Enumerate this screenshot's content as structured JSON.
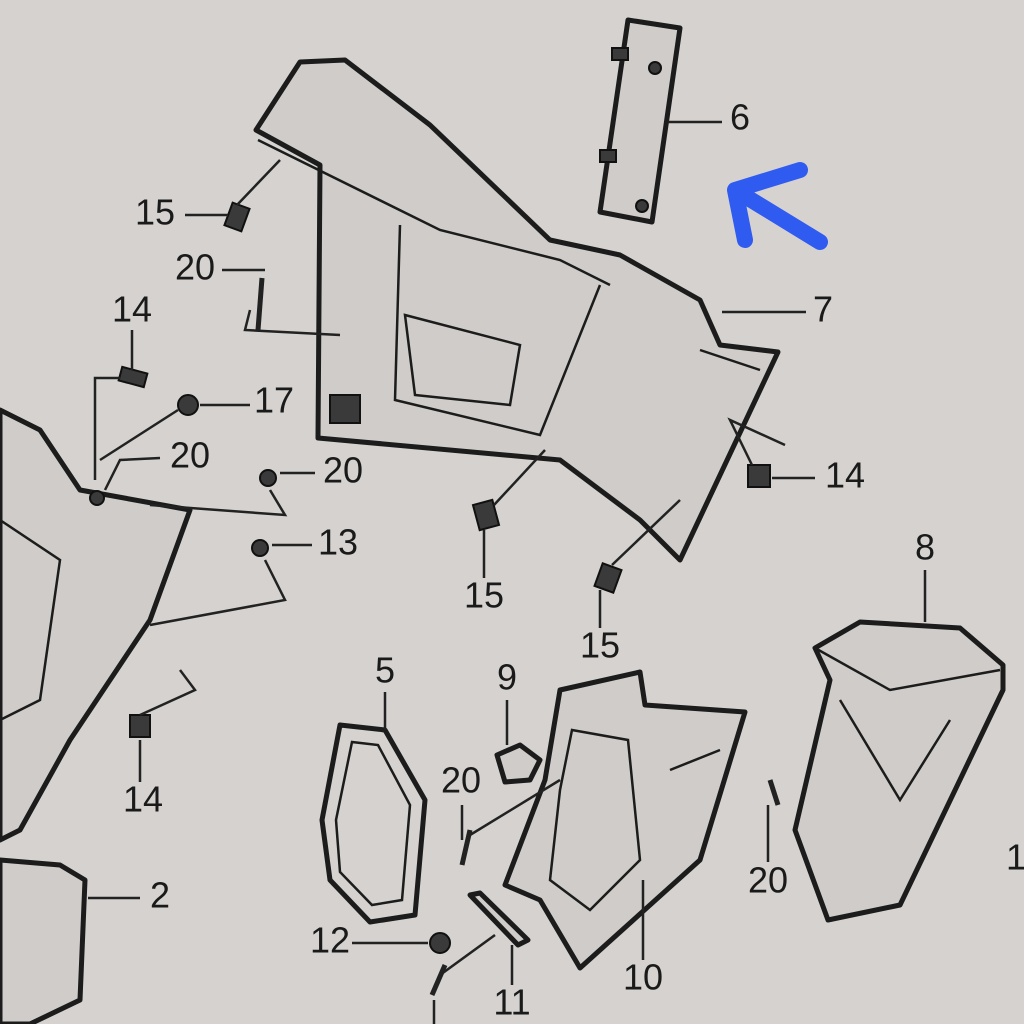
{
  "diagram": {
    "labels": {
      "p6": "6",
      "p7": "7",
      "p15a": "15",
      "p20a": "20",
      "p14a": "14",
      "p17": "17",
      "p20b": "20",
      "p20c": "20",
      "p14b": "14",
      "p13": "13",
      "p15b": "15",
      "p15c": "15",
      "p8": "8",
      "p5": "5",
      "p9": "9",
      "p20d": "20",
      "p20e": "20",
      "p2": "2",
      "p12": "12",
      "p11": "11",
      "p10": "10",
      "p14c": "14",
      "p1x": "1"
    },
    "colors": {
      "background": "#d5d2cf",
      "arrow": "#2f5bf0",
      "ink": "#1c1c1c"
    }
  }
}
